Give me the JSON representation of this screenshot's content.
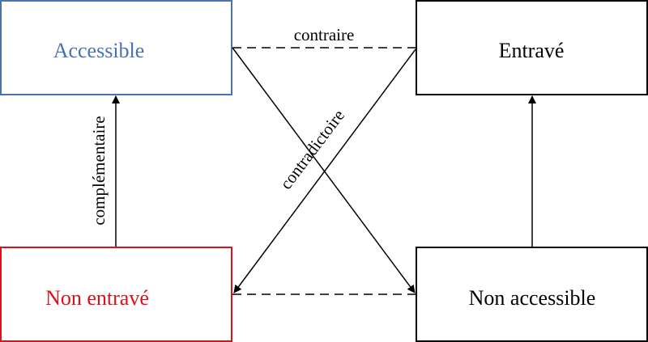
{
  "nodes": {
    "accessible": {
      "label": "Accessible",
      "color": "#4a72b0"
    },
    "entrave": {
      "label": "Entravé",
      "color": "#000000"
    },
    "non_entrave": {
      "label": "Non entravé",
      "color": "#e0101a"
    },
    "non_accessible": {
      "label": "Non accessible",
      "color": "#000000"
    }
  },
  "relations": {
    "contraire": "contraire",
    "contradictoire": "contradictoire",
    "complementaire": "complémentaire"
  }
}
